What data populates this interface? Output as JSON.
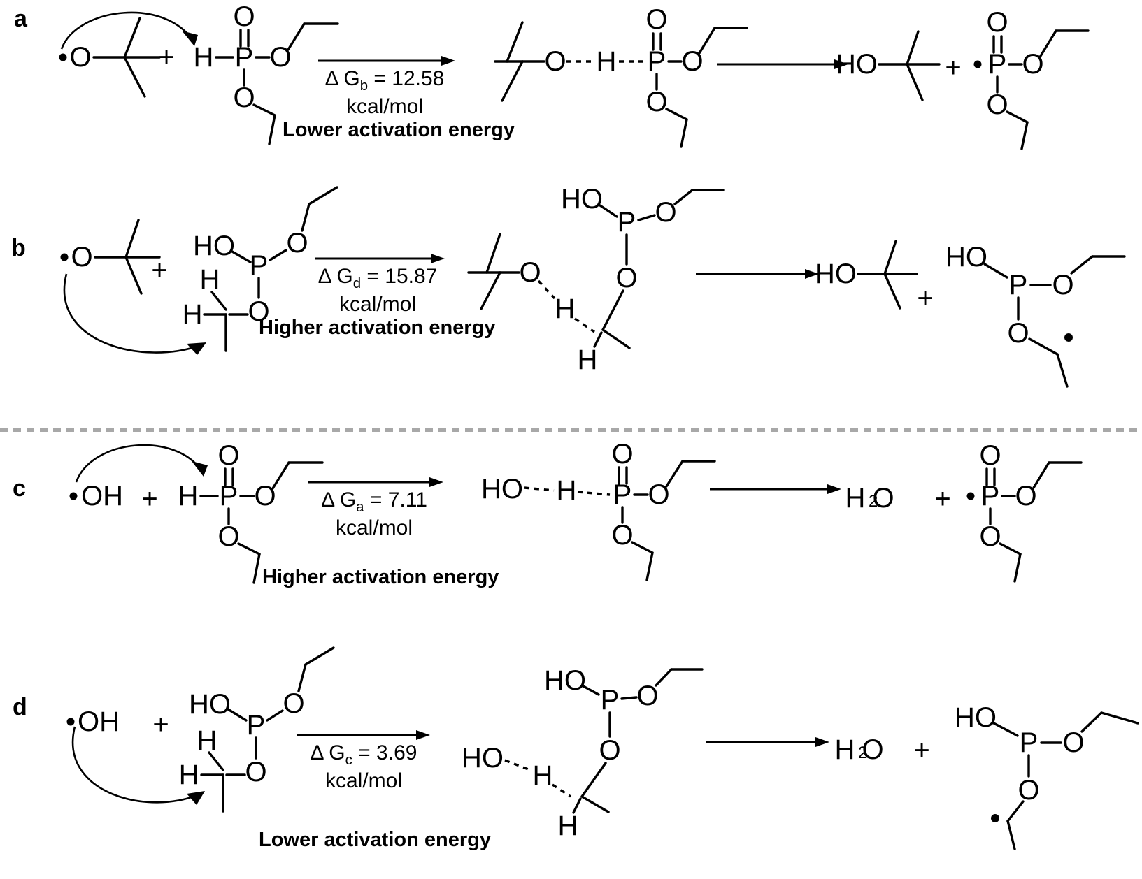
{
  "figure": {
    "type": "reaction-scheme",
    "description": "Four radical hydrogen-abstraction reaction schemes (a-d) comparing activation energies for diethyl phosphite / ethyl hydrogen phosphonate tautomers reacting with tert-butoxyl and hydroxyl radicals.",
    "divider_color": "#a8a8a8"
  },
  "panels": [
    {
      "letter": "a",
      "energy": {
        "delta": "Δ",
        "symbol": "G",
        "subscript": "b",
        "equals": "=",
        "value": "12.58",
        "units": "kcal/mol",
        "full": "Δ Gₛ = 12.58 kcal/mol"
      },
      "activation_note": "Lower activation energy",
      "reactants": [
        {
          "name": "tert-butoxyl-radical",
          "labels": [
            "O"
          ],
          "radical": true
        },
        {
          "name": "diethyl-phosphite-P-H",
          "labels": [
            "H",
            "P",
            "O",
            "O",
            "O"
          ]
        }
      ],
      "transition_state": {
        "name": "ts-O-H-P",
        "labels": [
          "O",
          "H",
          "P",
          "O",
          "O",
          "O"
        ]
      },
      "products": [
        {
          "name": "tert-butanol",
          "labels": [
            "HO"
          ]
        },
        {
          "name": "phosphoryl-radical",
          "labels": [
            "P",
            "O",
            "O",
            "O"
          ],
          "radical": true
        }
      ],
      "plus": "+"
    },
    {
      "letter": "b",
      "energy": {
        "delta": "Δ",
        "symbol": "G",
        "subscript": "d",
        "equals": "=",
        "value": "15.87",
        "units": "kcal/mol",
        "full": "Δ G d = 15.87 kcal/mol"
      },
      "activation_note": "Higher activation energy",
      "reactants": [
        {
          "name": "tert-butoxyl-radical",
          "labels": [
            "O"
          ],
          "radical": true
        },
        {
          "name": "ethyl-hydrogen-phosphonate-tautomer",
          "labels": [
            "HO",
            "P",
            "O",
            "H",
            "H",
            "O"
          ]
        }
      ],
      "transition_state": {
        "name": "ts-O-H-C",
        "labels": [
          "HO",
          "P",
          "O",
          "O",
          "H",
          "H",
          "O"
        ]
      },
      "products": [
        {
          "name": "tert-butanol",
          "labels": [
            "HO"
          ]
        },
        {
          "name": "ethoxy-carbon-radical-phosphite",
          "labels": [
            "HO",
            "P",
            "O",
            "O"
          ],
          "radical": true
        }
      ],
      "plus": "+"
    },
    {
      "letter": "c",
      "energy": {
        "delta": "Δ",
        "symbol": "G",
        "subscript": "a",
        "equals": "=",
        "value": "7.11",
        "units": "kcal/mol",
        "full": "Δ G a = 7.11 kcal/mol"
      },
      "activation_note": "Higher activation energy",
      "reactants": [
        {
          "name": "hydroxyl-radical",
          "labels": [
            "OH"
          ],
          "radical": true
        },
        {
          "name": "diethyl-phosphite-P-H",
          "labels": [
            "H",
            "P",
            "O",
            "O",
            "O"
          ]
        }
      ],
      "transition_state": {
        "name": "ts-HO-H-P",
        "labels": [
          "HO",
          "H",
          "P",
          "O",
          "O",
          "O"
        ]
      },
      "products": [
        {
          "name": "water",
          "labels": [
            "H",
            "2",
            "O"
          ],
          "formula": "H2O"
        },
        {
          "name": "phosphoryl-radical",
          "labels": [
            "P",
            "O",
            "O",
            "O"
          ],
          "radical": true
        }
      ],
      "plus": "+"
    },
    {
      "letter": "d",
      "energy": {
        "delta": "Δ",
        "symbol": "G",
        "subscript": "c",
        "equals": "=",
        "value": "3.69",
        "units": "kcal/mol",
        "full": "Δ G c = 3.69 kcal/mol"
      },
      "activation_note": "Lower activation energy",
      "reactants": [
        {
          "name": "hydroxyl-radical",
          "labels": [
            "OH"
          ],
          "radical": true
        },
        {
          "name": "ethyl-hydrogen-phosphonate-tautomer",
          "labels": [
            "HO",
            "P",
            "O",
            "H",
            "H",
            "O"
          ]
        }
      ],
      "transition_state": {
        "name": "ts-HO-H-C",
        "labels": [
          "HO",
          "P",
          "O",
          "O",
          "H",
          "H"
        ]
      },
      "products": [
        {
          "name": "water",
          "labels": [
            "H",
            "2",
            "O"
          ],
          "formula": "H2O"
        },
        {
          "name": "ethoxy-carbon-radical-phosphite",
          "labels": [
            "HO",
            "P",
            "O",
            "O"
          ],
          "radical": true
        }
      ],
      "plus": "+"
    }
  ],
  "atoms": {
    "O": "O",
    "P": "P",
    "H": "H",
    "HO": "HO",
    "OH": "OH",
    "H2O_H": "H",
    "H2O_2": "2",
    "H2O_O": "O"
  },
  "symbols": {
    "plus": "+",
    "radical_dot": "•"
  }
}
